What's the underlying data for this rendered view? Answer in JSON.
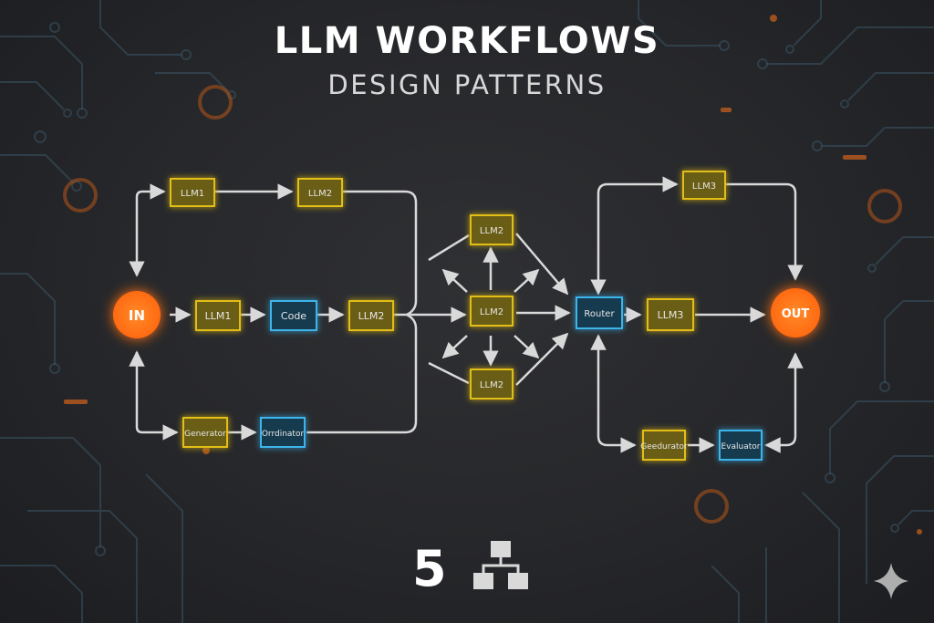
{
  "title": "LLM WORKFLOWS",
  "subtitle": "DESIGN PATTERNS",
  "pattern_count": "5",
  "colors": {
    "llm": "#d4b20f",
    "code": "#2fa9de",
    "terminal": "#ff7418",
    "edge": "#d9d9d9"
  },
  "icons": {
    "hierarchy": "org-chart-icon",
    "corner": "sparkle-icon"
  },
  "nodes": {
    "input": "IN",
    "output": "OUT",
    "chain_llm1": "LLM1",
    "chain_llm2": "LLM2",
    "mid_llm1": "LLM1",
    "mid_code": "Code",
    "mid_llm2": "LLM2",
    "low_generator": "Generator",
    "low_orchestrator": "Orrdinator",
    "par_top": "LLM2",
    "par_mid": "LLM2",
    "par_bottom": "LLM2",
    "router": "Router",
    "router_llm3": "LLM3",
    "top_llm3": "LLM3",
    "eval_generator": "Geedurator",
    "evaluator": "Evaluator"
  }
}
